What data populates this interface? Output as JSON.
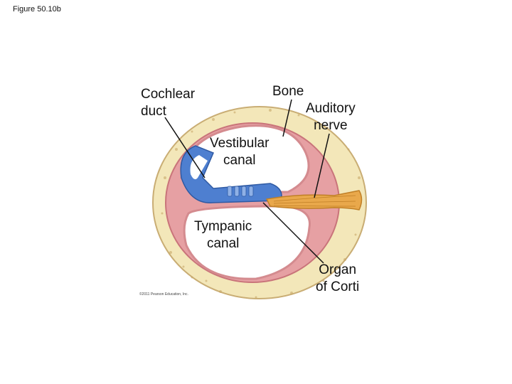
{
  "figure": {
    "title": "Figure 50.10b"
  },
  "labels": {
    "cochlear_duct": "Cochlear\nduct",
    "bone": "Bone",
    "auditory_nerve": "Auditory\nnerve",
    "vestibular_canal": "Vestibular\ncanal",
    "tympanic_canal": "Tympanic\ncanal",
    "organ_of_corti": "Organ\nof Corti"
  },
  "copyright": "©2011 Pearson Education, Inc.",
  "colors": {
    "bone": "#f3e7b9",
    "bone_edge": "#c9ad74",
    "membrane": "#e6a0a3",
    "cochlear_duct": "#4e7fd0",
    "nerve": "#e9a84b"
  }
}
